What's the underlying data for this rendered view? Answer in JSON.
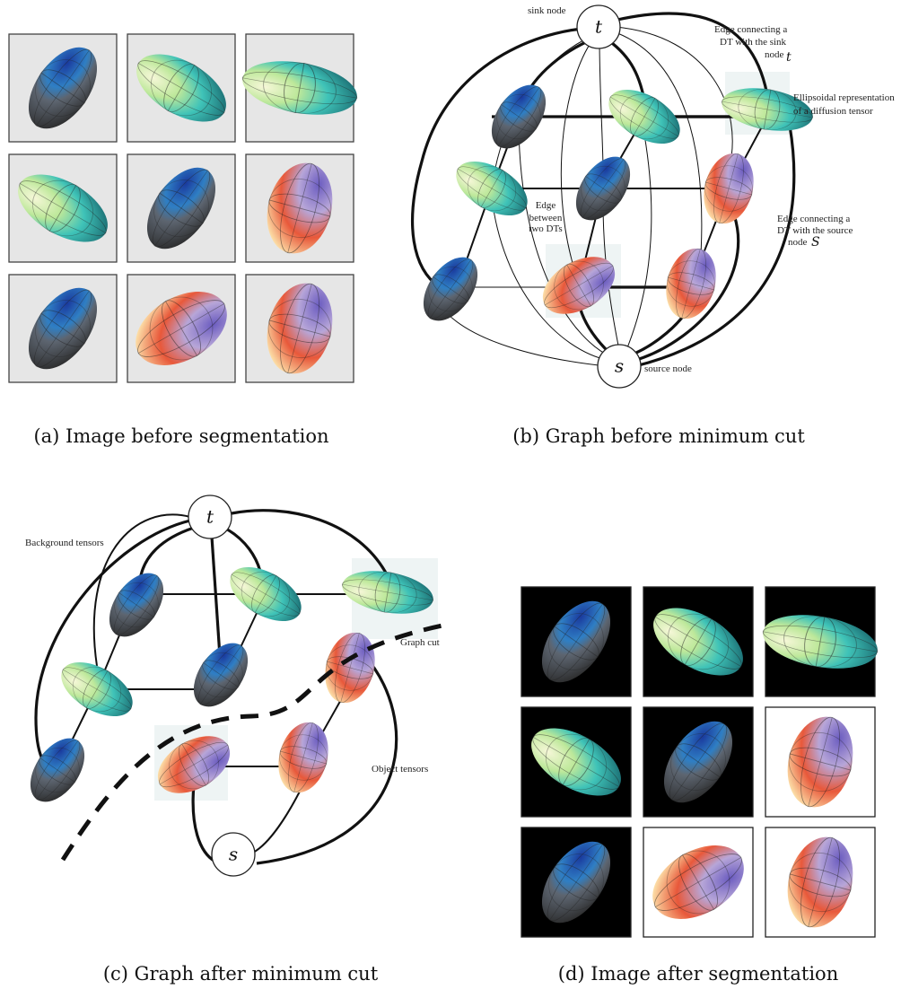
{
  "panels": {
    "a": {
      "caption": "(a) Image before segmentation",
      "tiles": [
        "blue",
        "green",
        "green",
        "green",
        "blue",
        "red",
        "blue",
        "red",
        "red"
      ]
    },
    "b": {
      "caption": "(b) Graph before minimum cut",
      "sink_node_label": "sink node",
      "source_node_label": "source node",
      "t_symbol": "t",
      "s_symbol": "s",
      "edge_sink_lines": [
        "Edge connecting a",
        "DT with the sink",
        "node"
      ],
      "edge_sink_symbol": "t",
      "ellipsoid_lines": [
        "Ellipsoidal representation",
        "of a diffusion tensor"
      ],
      "edge_between_lines": [
        "Edge",
        "between",
        "two DTs"
      ],
      "edge_source_lines": [
        "Edge connecting a",
        "DT with the source",
        "node"
      ],
      "edge_source_symbol": "S"
    },
    "c": {
      "caption": "(c) Graph after minimum cut",
      "t_symbol": "t",
      "s_symbol": "s",
      "background_label": "Background tensors",
      "graph_cut_label": "Graph cut",
      "object_label": "Object tensors"
    },
    "d": {
      "caption": "(d) Image after segmentation",
      "tiles": [
        {
          "style": "blue",
          "background": "black"
        },
        {
          "style": "green",
          "background": "black"
        },
        {
          "style": "green",
          "background": "black"
        },
        {
          "style": "green",
          "background": "black"
        },
        {
          "style": "blue",
          "background": "black"
        },
        {
          "style": "red",
          "background": "white"
        },
        {
          "style": "blue",
          "background": "black"
        },
        {
          "style": "red",
          "background": "white"
        },
        {
          "style": "red",
          "background": "white"
        }
      ]
    }
  },
  "colors": {
    "blue_tensor": [
      "#1a3a9e",
      "#2f7fc4",
      "#5d6570",
      "#2a2a2a"
    ],
    "green_tensor": [
      "#f6f7d8",
      "#bde89a",
      "#3fc3b8",
      "#1a6a70"
    ],
    "red_tensor": [
      "#6b5cc0",
      "#b7a6d8",
      "#e8583a",
      "#fff3b8"
    ]
  }
}
